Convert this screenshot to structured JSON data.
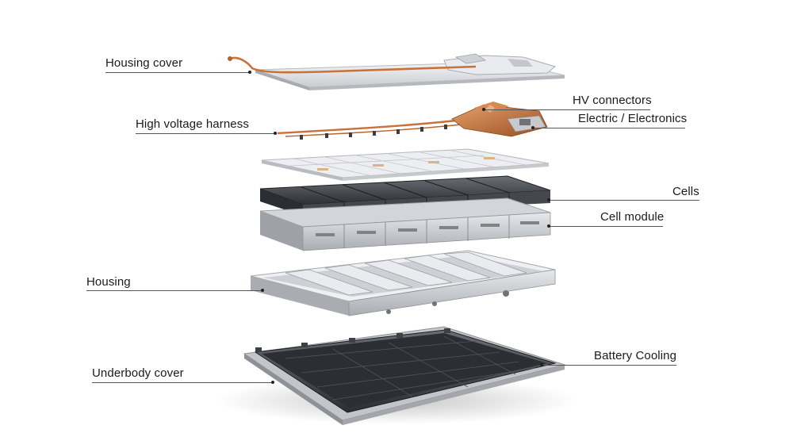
{
  "labels": {
    "housing_cover": "Housing cover",
    "high_voltage_harness": "High voltage harness",
    "hv_connectors": "HV connectors",
    "electric_electronics": "Electric / Electronics",
    "cells": "Cells",
    "cell_module": "Cell module",
    "housing": "Housing",
    "battery_cooling": "Battery Cooling",
    "underbody_cover": "Underbody cover"
  },
  "colors": {
    "copper": "#c8713a",
    "aluminium": "#d9dcdf",
    "cell_dark": "#3a3d42",
    "cooling_plate": "#26292d",
    "leader_line": "#555555"
  }
}
